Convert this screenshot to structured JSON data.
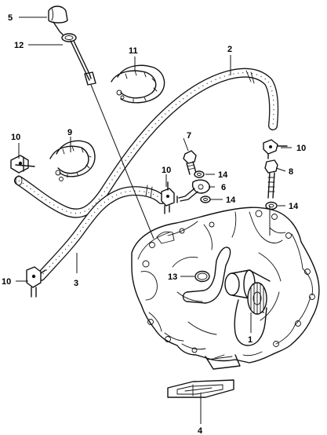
{
  "callouts": [
    {
      "id": "c1",
      "label": "1"
    },
    {
      "id": "c2",
      "label": "2"
    },
    {
      "id": "c3",
      "label": "3"
    },
    {
      "id": "c4",
      "label": "4"
    },
    {
      "id": "c5",
      "label": "5"
    },
    {
      "id": "c6",
      "label": "6"
    },
    {
      "id": "c7",
      "label": "7"
    },
    {
      "id": "c8",
      "label": "8"
    },
    {
      "id": "c9",
      "label": "9"
    },
    {
      "id": "c10a",
      "label": "10"
    },
    {
      "id": "c10b",
      "label": "10"
    },
    {
      "id": "c10c",
      "label": "10"
    },
    {
      "id": "c10d",
      "label": "10"
    },
    {
      "id": "c11",
      "label": "11"
    },
    {
      "id": "c12",
      "label": "12"
    },
    {
      "id": "c13",
      "label": "13"
    },
    {
      "id": "c14a",
      "label": "14"
    },
    {
      "id": "c14b",
      "label": "14"
    },
    {
      "id": "c14c",
      "label": "14"
    }
  ]
}
